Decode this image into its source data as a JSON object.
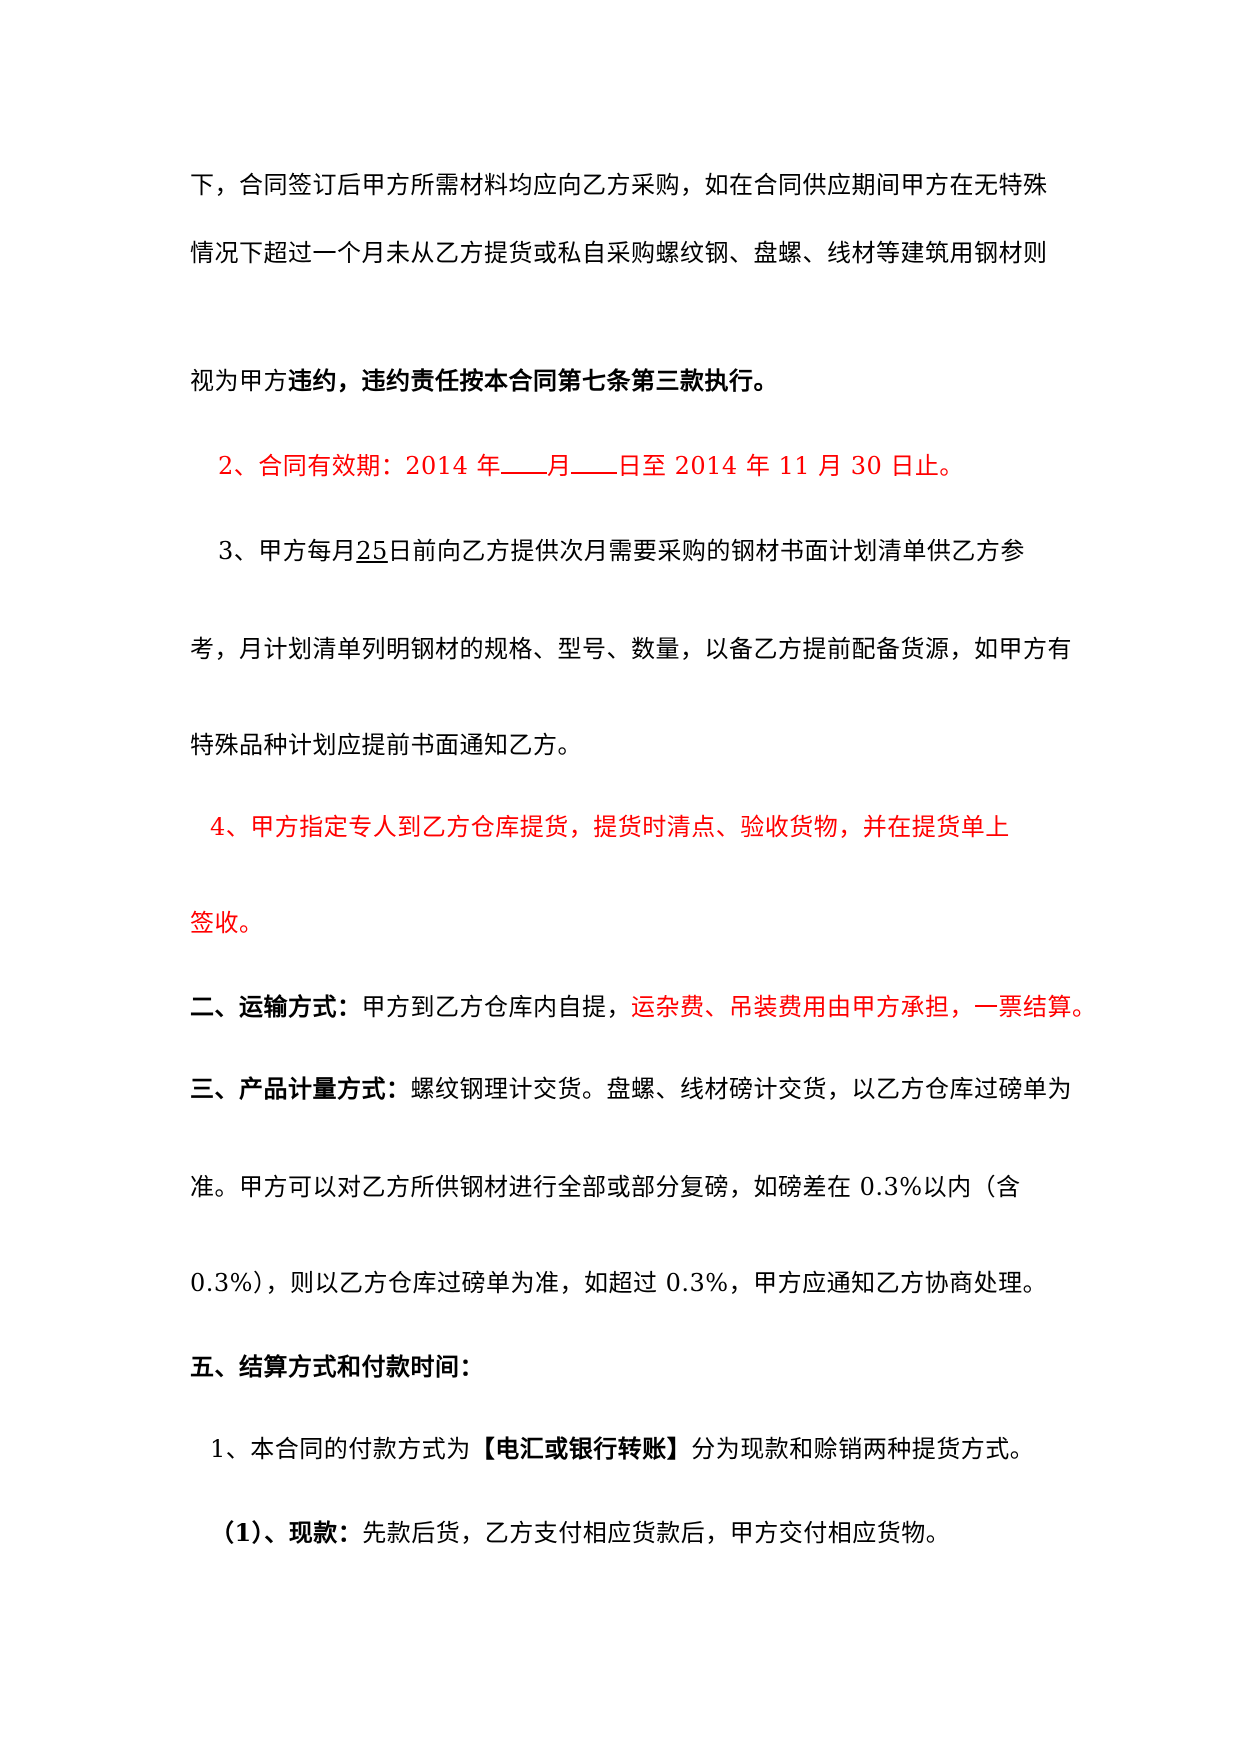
{
  "paragraph1": {
    "line1": "下，合同签订后甲方所需材料均应向乙方采购，如在合同供应期间甲方在无特殊",
    "line2": "情况下超过一个月未从乙方提货或私自采购螺纹钢、盘螺、线材等建筑用钢材则",
    "line3_prefix": "视为甲方",
    "line3_bold": "违约，违约责任按本合同第七条第三款执行。"
  },
  "item2": {
    "part1": "2、合同有效期：2014 年",
    "part2": "月",
    "part3": "日至 2014 年 11 月 30 日止。"
  },
  "item3": {
    "prefix": "3、甲方每月",
    "day": "25",
    "rest": "日前向乙方提供次月需要采购的钢材书面计划清单供乙方参",
    "line2": "考，月计划清单列明钢材的规格、型号、数量，以备乙方提前配备货源，如甲方有",
    "line3": "特殊品种计划应提前书面通知乙方。"
  },
  "item4": {
    "line1": "4、甲方指定专人到乙方仓库提货，提货时清点、验收货物，并在提货单上",
    "line2": "签收。"
  },
  "section2": {
    "heading": "二、运输方式：",
    "text_black": "甲方到乙方仓库内自提，",
    "text_red": "运杂费、吊装费用由甲方承担，一票结算。"
  },
  "section3": {
    "heading": "三、产品计量方式：",
    "line1_rest": "螺纹钢理计交货。盘螺、线材磅计交货，以乙方仓库过磅单为",
    "line2": "准。甲方可以对乙方所供钢材进行全部或部分复磅，如磅差在 0.3%以内（含",
    "line3": "0.3%），则以乙方仓库过磅单为准，如超过 0.3%，甲方应通知乙方协商处理。"
  },
  "section5": {
    "heading": "五、结算方式和付款时间：",
    "item1_prefix": "1、本合同的付款方式为",
    "item1_bold": "【电汇或银行转账】",
    "item1_suffix": "分为现款和赊销两种提货方式。",
    "sub1_bold": "（1）、现款：",
    "sub1_text": "先款后货，乙方支付相应货款后，甲方交付相应货物。"
  },
  "colors": {
    "text": "#000000",
    "highlight": "#ff0000"
  }
}
